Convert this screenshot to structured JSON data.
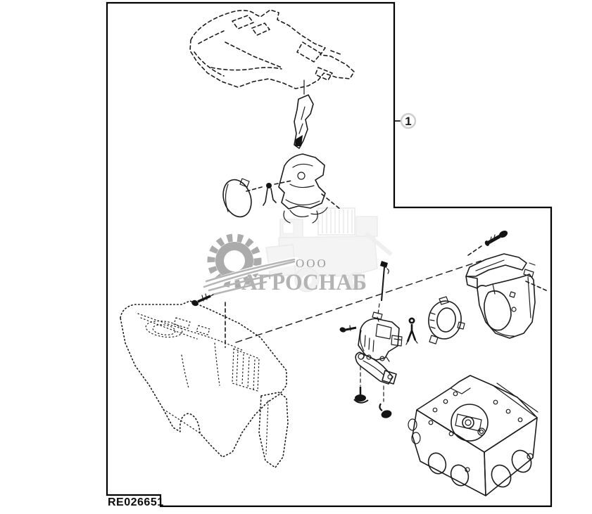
{
  "frame": {
    "part_number": "RE026651"
  },
  "callout": {
    "label": "1"
  },
  "watermark": {
    "org_form": "ООО",
    "company": "АГРОСНАБ",
    "gear_icon": "gear-with-leaf-spring",
    "background_icon": "combine-harvester-silhouette"
  },
  "colors": {
    "background": "#ffffff",
    "line_art": "#1c1c1c",
    "frame_border": "#000000",
    "callout_ring": "#cfcfcf",
    "watermark_gray": "#ababab",
    "watermark_text": "#b3b3b3",
    "watermark_faint": "#e8e8e8"
  },
  "parts": [
    "console-top-cover-dashed",
    "control-lever-grip",
    "throttle-housing",
    "side-pad",
    "clip-screw",
    "mounting-bolt-upper-right",
    "cover-housing-right",
    "ring-bracket",
    "control-unit",
    "screw-left-of-unit",
    "fork-clip",
    "link-pin",
    "curved-arm",
    "flange-screw",
    "spring-clip",
    "base-plate",
    "console-body-dotted",
    "console-screw"
  ]
}
